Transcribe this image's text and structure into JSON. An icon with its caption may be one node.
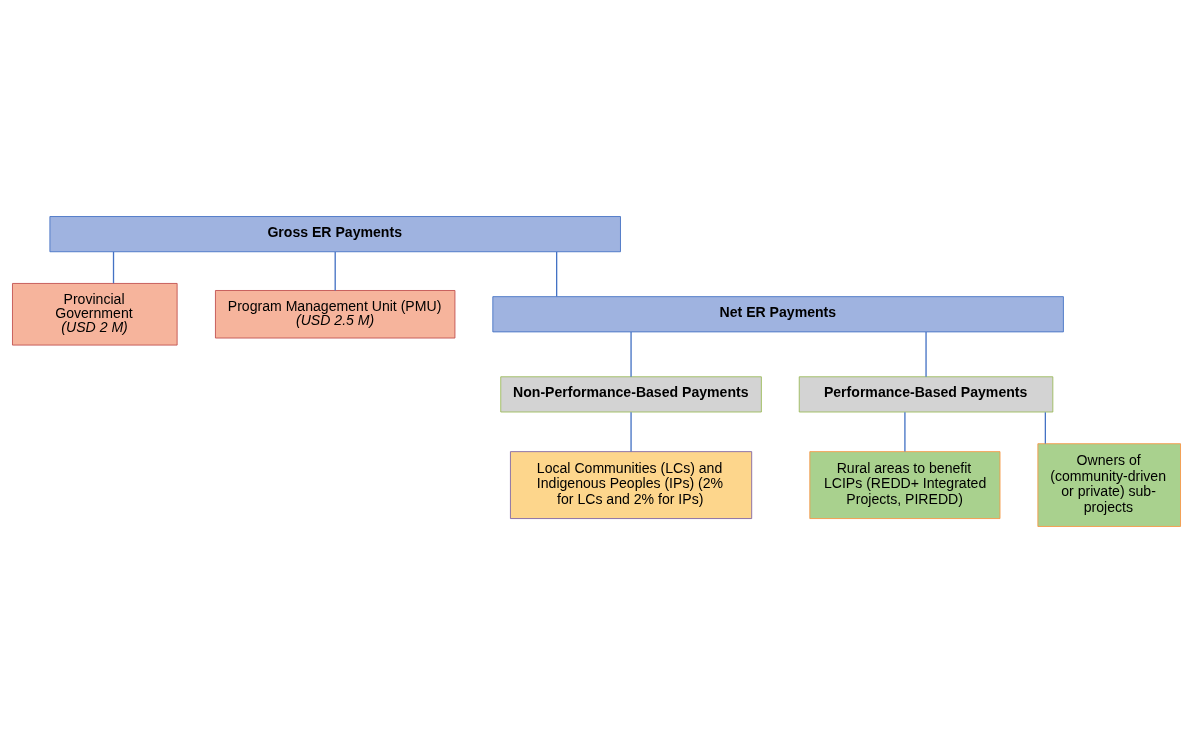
{
  "diagram": {
    "nodes": [
      {
        "text": [
          "Gross ER Payments"
        ]
      },
      {
        "text": [
          "Provincial Government",
          "(USD 2 M)"
        ]
      },
      {
        "text": [
          "Program Management Unit (PMU)",
          "(USD 2.5 M)"
        ]
      },
      {
        "text": [
          "Net ER Payments"
        ]
      },
      {
        "text": [
          "Non-Performance-Based Payments"
        ]
      },
      {
        "text": [
          "Performance-Based Payments"
        ]
      },
      {
        "text": [
          "Local Communities (LCs) and Indigenous Peoples (IPs) (2% for LCs and 2% for IPs)"
        ]
      },
      {
        "text": [
          "Rural areas to benefit LCIPs (REDD+ Integrated Projects, PIREDD)"
        ]
      },
      {
        "text": [
          "Owners of (community-driven or private) sub-projects"
        ]
      }
    ],
    "edges": [
      {
        "from": 0,
        "to": 1,
        "arrow": "none"
      },
      {
        "from": 0,
        "to": 2,
        "arrow": "none"
      },
      {
        "from": 0,
        "to": 3,
        "arrow": "none"
      },
      {
        "from": 3,
        "to": 4,
        "arrow": "none"
      },
      {
        "from": 3,
        "to": 5,
        "arrow": "none"
      },
      {
        "from": 4,
        "to": 6,
        "arrow": "none"
      },
      {
        "from": 5,
        "to": 7,
        "arrow": "none"
      },
      {
        "from": 5,
        "to": 8,
        "arrow": "none"
      }
    ]
  }
}
